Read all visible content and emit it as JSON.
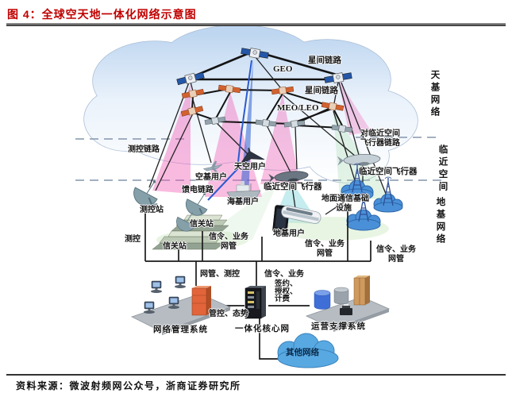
{
  "header": {
    "title": "图 4：全球空天地一体化网络示意图"
  },
  "footer": {
    "source": "资料来源：微波射频网公众号，浙商证券研究所"
  },
  "zones": {
    "space": "天基网络",
    "near": "临近空间",
    "ground": "地基网络"
  },
  "labels": {
    "isl_top": "星间链路",
    "geo": "GEO",
    "isl_mid": "星间链路",
    "meoleo": "MEO/LEO",
    "ttc_link": "测控链路",
    "ns_link_l1": "对临近空间",
    "ns_link_l2": "飞行器链路",
    "sky_user": "天空用户",
    "air_user": "空基用户",
    "ns_vehicle_r": "临近空间飞行器",
    "ns_vehicle_l": "临近空间飞行器",
    "feeder": "馈电链路",
    "sea_user": "海基用户",
    "ttc_station": "测控站",
    "gateway_u": "信关站",
    "gateway_l": "信关站",
    "ttc": "测控",
    "ground_user": "地基用户",
    "infra_l1": "地面通信基础",
    "infra_l2": "设施",
    "sig_a_l1": "信令、业务",
    "sig_a_l2": "网管",
    "sig_b_l1": "信令、业务",
    "sig_b_l2": "网管",
    "sig_c_l1": "信令、业务",
    "sig_c_l2": "网管",
    "nm_ttc": "网管、测控",
    "sig_d": "信令、业务",
    "contract_l1": "签约、",
    "contract_l2": "授权、",
    "contract_l3": "计费",
    "mgmt": "管控、态势",
    "nms": "网络管理系统",
    "core": "一体化核心网",
    "oss": "运营支撑系统",
    "other_net": "其他网络"
  },
  "colors": {
    "title_red": "#c00000",
    "cloud_blue": "#4a90d8",
    "beam_pink": "#f05ab4",
    "beam_blue": "#2d5fd0",
    "sat_orange": "#d2622f",
    "sat_blue": "#2457a8"
  }
}
